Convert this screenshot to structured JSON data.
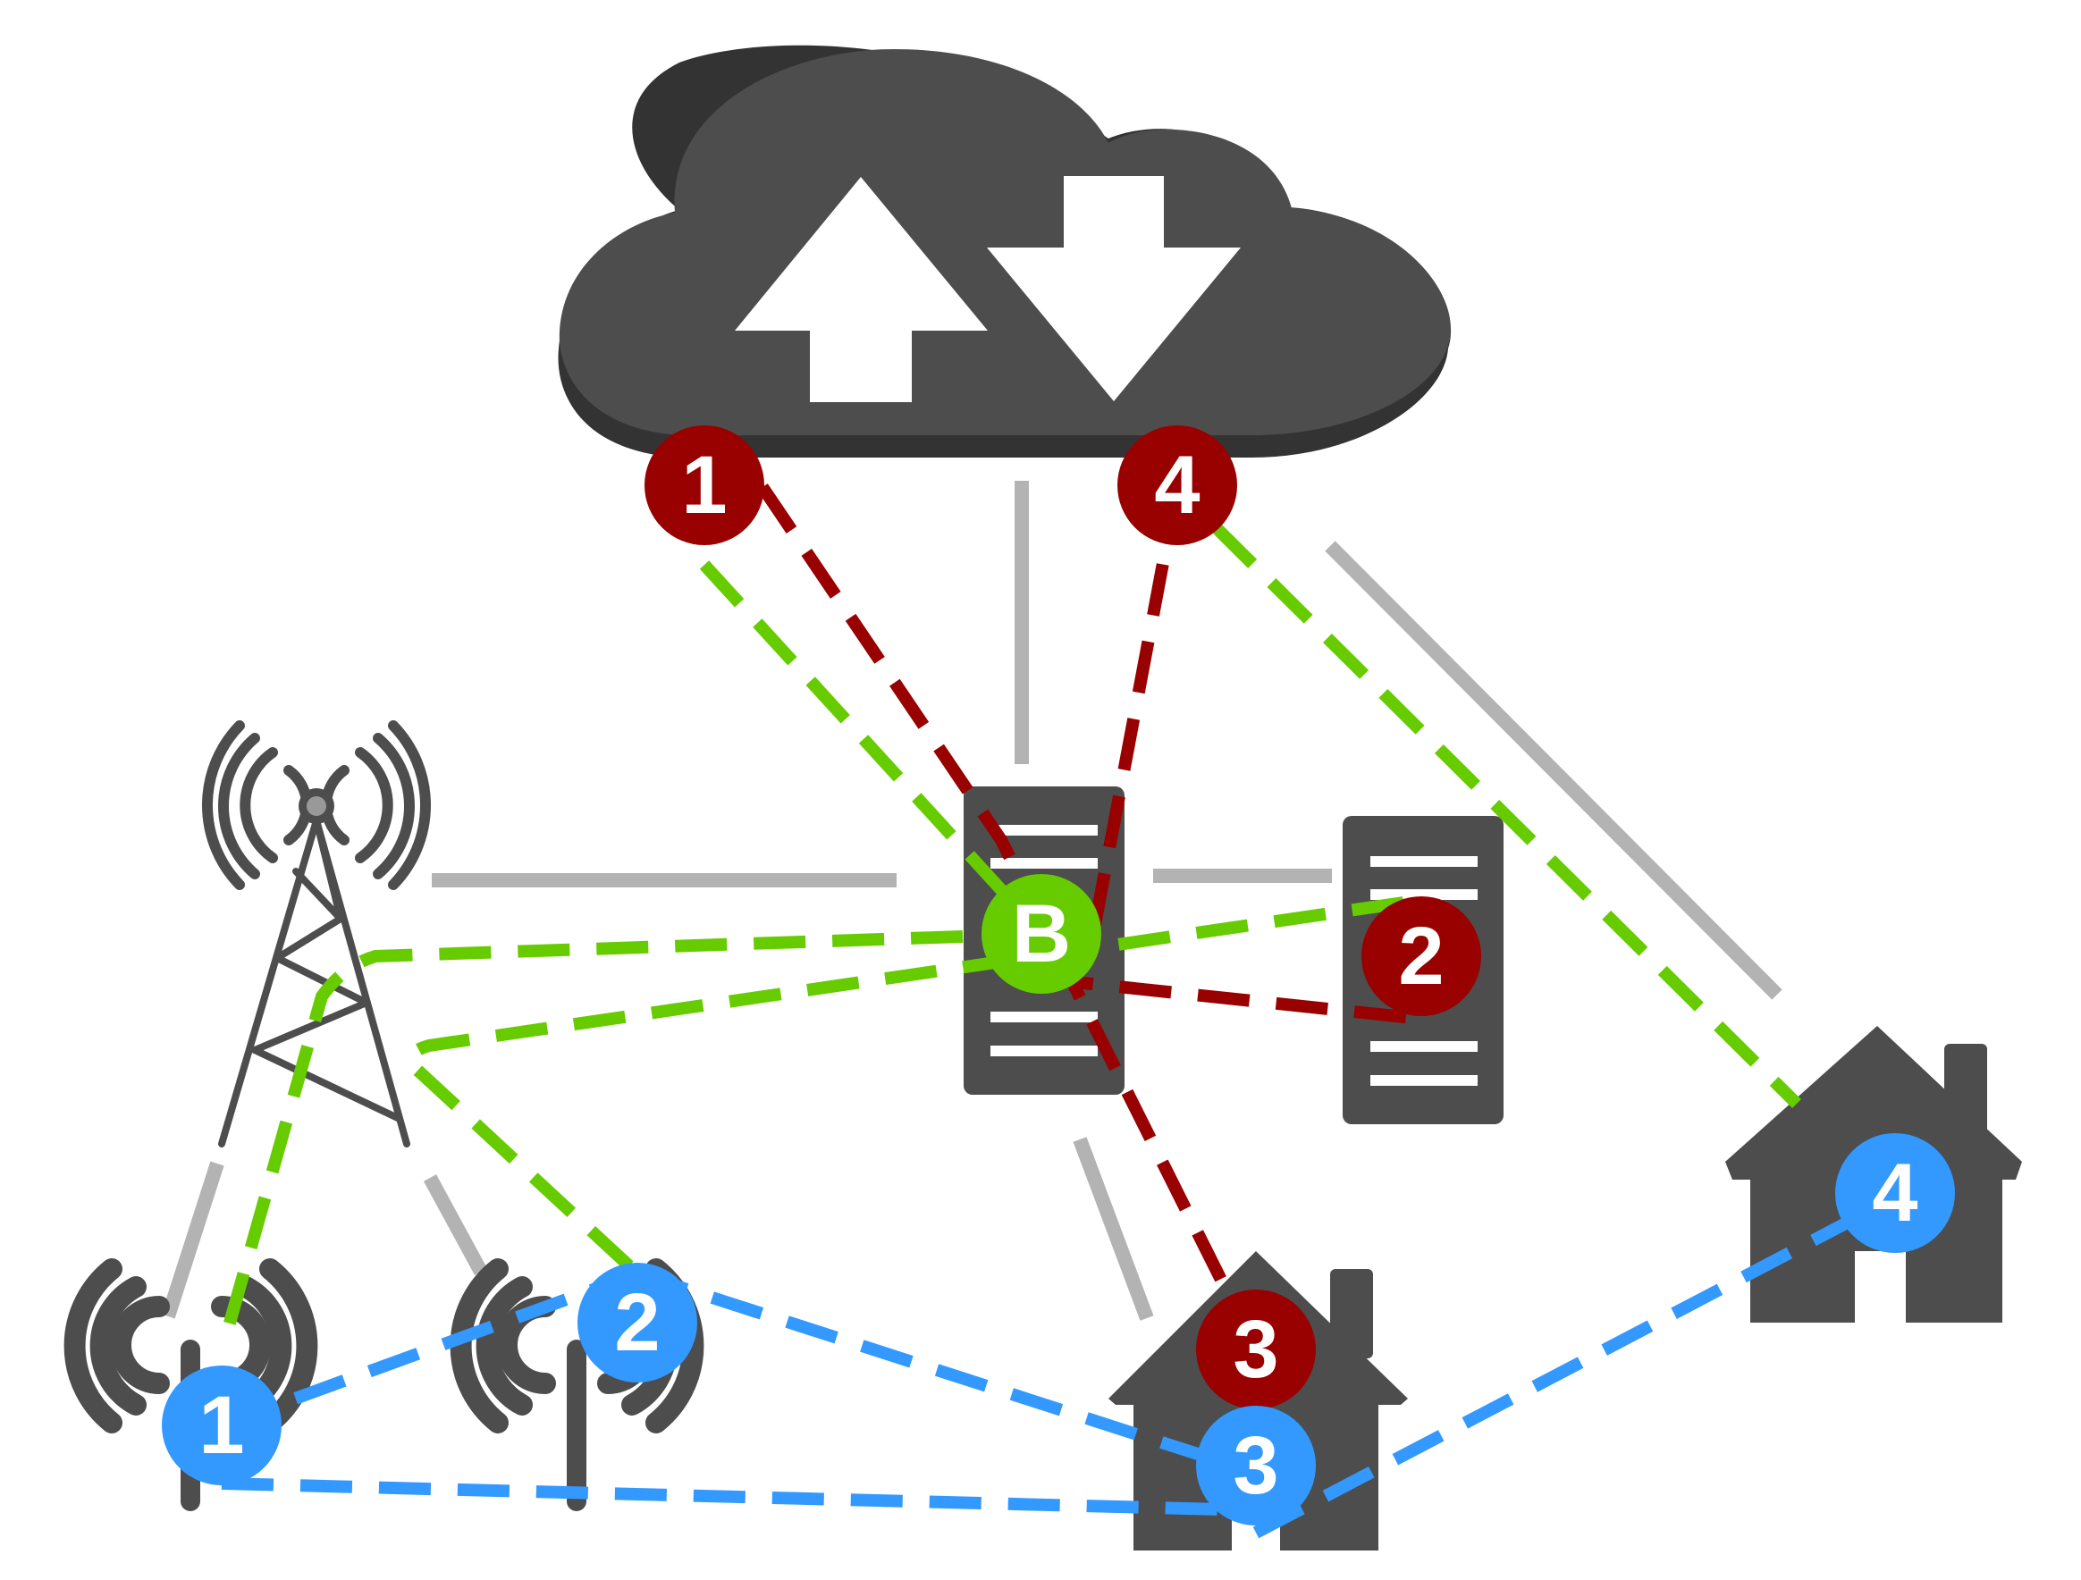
{
  "colors": {
    "icon_gray": "#4d4d4d",
    "cloud_shadow": "#333333",
    "solid_link": "#b3b3b3",
    "green_link": "#66cc00",
    "red_link": "#990000",
    "blue_link": "#3399ff",
    "white": "#ffffff"
  },
  "icons": {
    "cloud": "cloud-upload-download-icon",
    "tower": "cell-tower-icon",
    "server_b": "server-icon",
    "server_2": "server-icon",
    "house_3": "house-icon",
    "house_4": "house-icon",
    "antenna_1": "wireless-antenna-icon",
    "antenna_2": "wireless-antenna-icon"
  },
  "badges": {
    "red_1": "1",
    "red_2": "2",
    "red_3": "3",
    "red_4": "4",
    "green_b": "B",
    "blue_1": "1",
    "blue_2": "2",
    "blue_3": "3",
    "blue_4": "4"
  }
}
